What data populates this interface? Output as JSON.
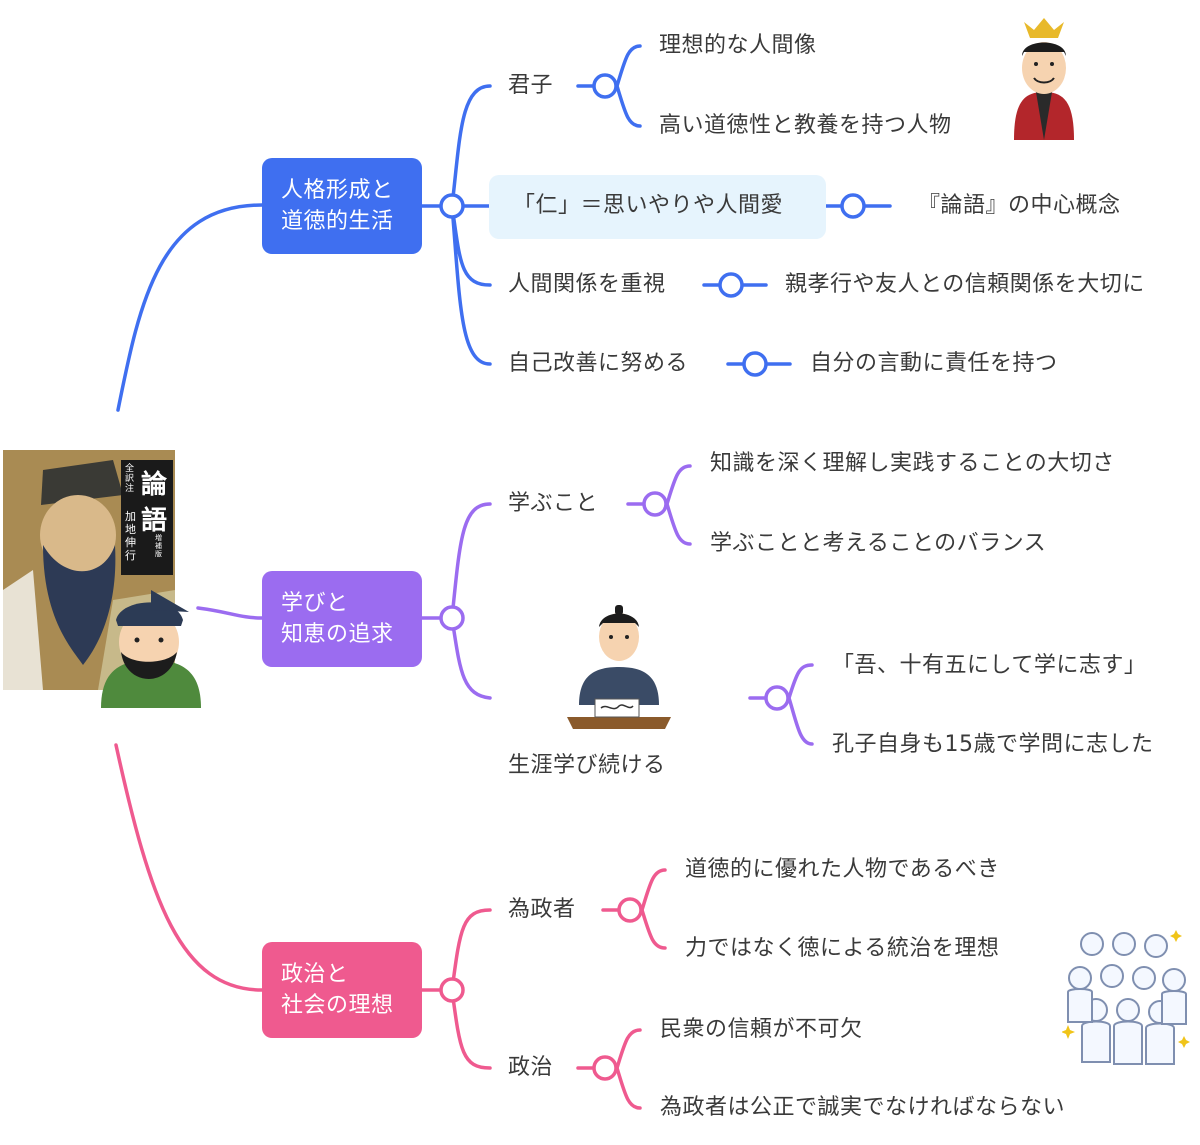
{
  "branches": [
    {
      "label": "人格形成と\n道徳的生活",
      "color": "#3f6ff0"
    },
    {
      "label": "学びと\n知恵の追求",
      "color": "#9b6cf0"
    },
    {
      "label": "政治と\n社会の理想",
      "color": "#ef5a8f"
    }
  ],
  "topics": {
    "kunshi": "君子",
    "jin": "「仁」＝思いやりや人間愛",
    "ningen": "人間関係を重視",
    "jiko": "自己改善に努める",
    "manabu": "学ぶこと",
    "shougai": "生涯学び続ける",
    "iseisha": "為政者",
    "seiji": "政治"
  },
  "details": {
    "kunshi_1": "理想的な人間像",
    "kunshi_2": "高い道徳性と教養を持つ人物",
    "jin_1": "『論語』の中心概念",
    "ningen_1": "親孝行や友人との信頼関係を大切に",
    "jiko_1": "自分の言動に責任を持つ",
    "manabu_1": "知識を深く理解し実践することの大切さ",
    "manabu_2": "学ぶことと考えることのバランス",
    "shougai_1": "「吾、十有五にして学に志す」",
    "shougai_2": "孔子自身も15歳で学問に志した",
    "iseisha_1": "道徳的に優れた人物であるべき",
    "iseisha_2": "力ではなく徳による統治を理想",
    "seiji_1": "民衆の信頼が不可欠",
    "seiji_2": "為政者は公正で誠実でなければならない"
  },
  "book": {
    "title_1": "論",
    "title_2": "語",
    "side_1": "全訳注",
    "side_2": "加地伸行",
    "edition": "増補版"
  },
  "colors": {
    "blue": "#3f6ff0",
    "purple": "#9b6cf0",
    "pink": "#ef5a8f",
    "highlight": "#e6f4fd"
  },
  "icons": [
    "emperor-illustration",
    "confucius-book-cover",
    "confucius-illustration",
    "writing-student-illustration",
    "crowd-illustration"
  ]
}
